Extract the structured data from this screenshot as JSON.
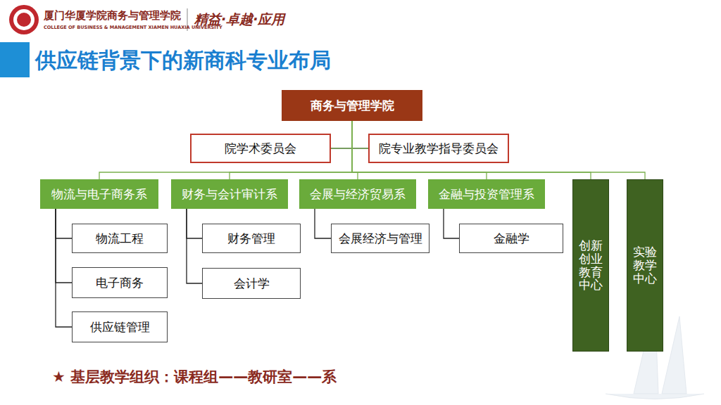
{
  "diagram": {
    "title": "供应链背景下的新商科专业布局",
    "nodes": [
      {
        "text": [
          "商务与管理学院"
        ]
      },
      {
        "text": [
          "院学术委员会"
        ]
      },
      {
        "text": [
          "院专业教学指导委员会"
        ]
      },
      {
        "text": [
          "物流与电子商务系"
        ]
      },
      {
        "text": [
          "财务与会计审计系"
        ]
      },
      {
        "text": [
          "会展与经济贸易系"
        ]
      },
      {
        "text": [
          "金融与投资管理系"
        ]
      },
      {
        "text": [
          "创新创业教育中心"
        ]
      },
      {
        "text": [
          "实验教学中心"
        ]
      },
      {
        "text": [
          "物流工程"
        ]
      },
      {
        "text": [
          "电子商务"
        ]
      },
      {
        "text": [
          "供应链管理"
        ]
      },
      {
        "text": [
          "财务管理"
        ]
      },
      {
        "text": [
          "会计学"
        ]
      },
      {
        "text": [
          "会展经济与管理"
        ]
      },
      {
        "text": [
          "金融学"
        ]
      }
    ],
    "edges": [
      {
        "from": 0,
        "to": 1,
        "arrow": "none"
      },
      {
        "from": 0,
        "to": 2,
        "arrow": "none"
      },
      {
        "from": 0,
        "to": 3,
        "arrow": "none"
      },
      {
        "from": 0,
        "to": 4,
        "arrow": "none"
      },
      {
        "from": 0,
        "to": 5,
        "arrow": "none"
      },
      {
        "from": 0,
        "to": 6,
        "arrow": "none"
      },
      {
        "from": 0,
        "to": 7,
        "arrow": "none"
      },
      {
        "from": 0,
        "to": 8,
        "arrow": "none"
      },
      {
        "from": 3,
        "to": 9,
        "arrow": "none"
      },
      {
        "from": 3,
        "to": 10,
        "arrow": "none"
      },
      {
        "from": 3,
        "to": 11,
        "arrow": "none"
      },
      {
        "from": 4,
        "to": 12,
        "arrow": "none"
      },
      {
        "from": 4,
        "to": 13,
        "arrow": "none"
      },
      {
        "from": 5,
        "to": 14,
        "arrow": "none"
      },
      {
        "from": 6,
        "to": 15,
        "arrow": "none"
      }
    ],
    "labels": [
      "厦门华厦学院商务与管理学院",
      "COLLEGE OF BUSINESS & MANAGEMENT XIAMEN HUAXIA UNIVERSITY",
      "精益·卓越·应用",
      "★ 基层教学组织：课程组——教研室——系"
    ]
  }
}
